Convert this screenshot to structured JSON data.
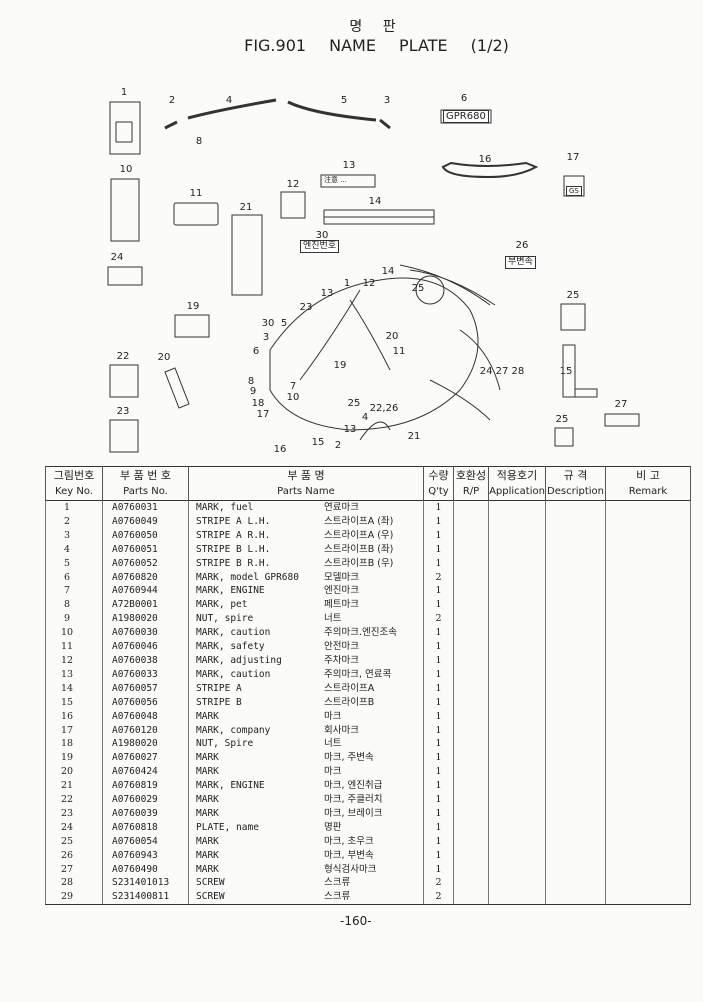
{
  "header": {
    "title_ko": "명 판",
    "title": "FIG.901    NAME PLATE (1/2)"
  },
  "figure": {
    "callouts": [
      "1",
      "2",
      "4",
      "5",
      "3",
      "8",
      "6",
      "16",
      "17",
      "13",
      "10",
      "11",
      "12",
      "21",
      "14",
      "30",
      "26",
      "24",
      "25",
      "19",
      "22",
      "20",
      "23",
      "15",
      "27",
      "25",
      "14",
      "1",
      "12",
      "25",
      "13",
      "23",
      "30",
      "5",
      "3",
      "6",
      "20",
      "11",
      "19",
      "24 27 28",
      "8",
      "9",
      "7",
      "18",
      "10",
      "17",
      "25",
      "22,26",
      "13",
      "21",
      "16",
      "15",
      "2",
      "4"
    ],
    "plate_labels": {
      "model": "GPR680",
      "engine_no": "엔진번호",
      "sub_shift": "부변속",
      "company": "GS",
      "caution": "注意 ..."
    }
  },
  "table": {
    "headers": [
      {
        "ko": "그림번호",
        "en": "Key No."
      },
      {
        "ko": "부 품 번 호",
        "en": "Parts No."
      },
      {
        "ko": "부          품          명",
        "en": "Parts    Name"
      },
      {
        "ko": "수량",
        "en": "Q'ty"
      },
      {
        "ko": "호환성",
        "en": "R/P"
      },
      {
        "ko": "적용호기",
        "en": "Application"
      },
      {
        "ko": "규   격",
        "en": "Description"
      },
      {
        "ko": "비          고",
        "en": "Remark"
      }
    ],
    "rows": [
      {
        "key": "1",
        "part": "A0760031",
        "name": "MARK, fuel",
        "name_ko": "연료마크",
        "qty": "1"
      },
      {
        "key": "2",
        "part": "A0760049",
        "name": "STRIPE A L.H.",
        "name_ko": "스트라이프A (좌)",
        "qty": "1"
      },
      {
        "key": "3",
        "part": "A0760050",
        "name": "STRIPE A R.H.",
        "name_ko": "스트라이프A (우)",
        "qty": "1"
      },
      {
        "key": "4",
        "part": "A0760051",
        "name": "STRIPE B L.H.",
        "name_ko": "스트라이프B (좌)",
        "qty": "1"
      },
      {
        "key": "5",
        "part": "A0760052",
        "name": "STRIPE B R.H.",
        "name_ko": "스트라이프B (우)",
        "qty": "1"
      },
      {
        "key": "6",
        "part": "A0760820",
        "name": "MARK, model GPR680",
        "name_ko": "모델마크",
        "qty": "2"
      },
      {
        "key": "7",
        "part": "A0760944",
        "name": "MARK, ENGINE",
        "name_ko": "엔진마크",
        "qty": "1"
      },
      {
        "key": "8",
        "part": "A72B0001",
        "name": "MARK, pet",
        "name_ko": "페트마크",
        "qty": "1"
      },
      {
        "key": "9",
        "part": "A1980020",
        "name": "NUT, spire",
        "name_ko": "너트",
        "qty": "2"
      },
      {
        "key": "10",
        "part": "A0760030",
        "name": "MARK, caution",
        "name_ko": "주의마크.엔진조속",
        "qty": "1"
      },
      {
        "key": "11",
        "part": "A0760046",
        "name": "MARK, safety",
        "name_ko": "안전마크",
        "qty": "1"
      },
      {
        "key": "12",
        "part": "A0760038",
        "name": "MARK, adjusting",
        "name_ko": "주차마크",
        "qty": "1"
      },
      {
        "key": "13",
        "part": "A0760033",
        "name": "MARK, caution",
        "name_ko": "주의마크, 연료콕",
        "qty": "1"
      },
      {
        "key": "14",
        "part": "A0760057",
        "name": "STRIPE A",
        "name_ko": "스트라이프A",
        "qty": "1"
      },
      {
        "key": "15",
        "part": "A0760056",
        "name": "STRIPE B",
        "name_ko": "스트라이프B",
        "qty": "1"
      },
      {
        "key": "16",
        "part": "A0760048",
        "name": "MARK",
        "name_ko": "마크",
        "qty": "1"
      },
      {
        "key": "17",
        "part": "A0760120",
        "name": "MARK, company",
        "name_ko": "회사마크",
        "qty": "1"
      },
      {
        "key": "18",
        "part": "A1980020",
        "name": "NUT, Spire",
        "name_ko": "너트",
        "qty": "1"
      },
      {
        "key": "19",
        "part": "A0760027",
        "name": "MARK",
        "name_ko": "마크, 주변속",
        "qty": "1"
      },
      {
        "key": "20",
        "part": "A0760424",
        "name": "MARK",
        "name_ko": "마크",
        "qty": "1"
      },
      {
        "key": "21",
        "part": "A0760819",
        "name": "MARK, ENGINE",
        "name_ko": "마크, 엔진취급",
        "qty": "1"
      },
      {
        "key": "22",
        "part": "A0760029",
        "name": "MARK",
        "name_ko": "마크, 주클러치",
        "qty": "1"
      },
      {
        "key": "23",
        "part": "A0760039",
        "name": "MARK",
        "name_ko": "마크, 브레이크",
        "qty": "1"
      },
      {
        "key": "24",
        "part": "A0760818",
        "name": "PLATE, name",
        "name_ko": "명판",
        "qty": "1"
      },
      {
        "key": "25",
        "part": "A0760054",
        "name": "MARK",
        "name_ko": "마크, 초우크",
        "qty": "1"
      },
      {
        "key": "26",
        "part": "A0760943",
        "name": "MARK",
        "name_ko": "마크, 부변속",
        "qty": "1"
      },
      {
        "key": "27",
        "part": "A0760490",
        "name": "MARK",
        "name_ko": "형식검사마크",
        "qty": "1"
      },
      {
        "key": "28",
        "part": "S231401013",
        "name": "SCREW",
        "name_ko": "스크류",
        "qty": "2"
      },
      {
        "key": "29",
        "part": "S231400811",
        "name": "SCREW",
        "name_ko": "스크류",
        "qty": "2"
      }
    ]
  },
  "footer": {
    "page": "-160-"
  }
}
